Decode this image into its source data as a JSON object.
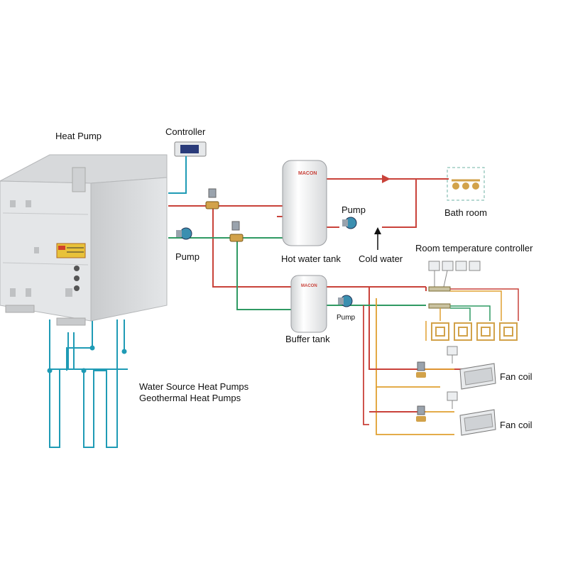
{
  "labels": {
    "heat_pump": "Heat Pump",
    "controller": "Controller",
    "pump_main": "Pump",
    "hot_water_tank": "Hot water tank",
    "pump_hot": "Pump",
    "cold_water": "Cold water",
    "bath_room": "Bath room",
    "room_temperature_controller": "Room temperature controller",
    "buffer_tank": "Buffer tank",
    "pump_buffer": "Pump",
    "fan_coil_1": "Fan coil",
    "fan_coil_2": "Fan coil",
    "water_source_line1": "Water Source Heat Pumps",
    "water_source_line2": "Geothermal Heat Pumps"
  },
  "tank_brand": "MACON",
  "colors": {
    "hot_pipe": "#c9423a",
    "return_pipe": "#2f9a63",
    "loop_pipe": "#1f9bb5",
    "supply_pipe": "#e0a030",
    "bath_box": "#6fb3a6",
    "unit_body": "#dfe1e3"
  },
  "icons": [
    "heat-pump-unit",
    "controller-device",
    "pump-icon",
    "valve-icon",
    "tank-icon",
    "shower-icon",
    "thermostat-icon",
    "floor-coil-icon",
    "fan-coil-icon"
  ]
}
